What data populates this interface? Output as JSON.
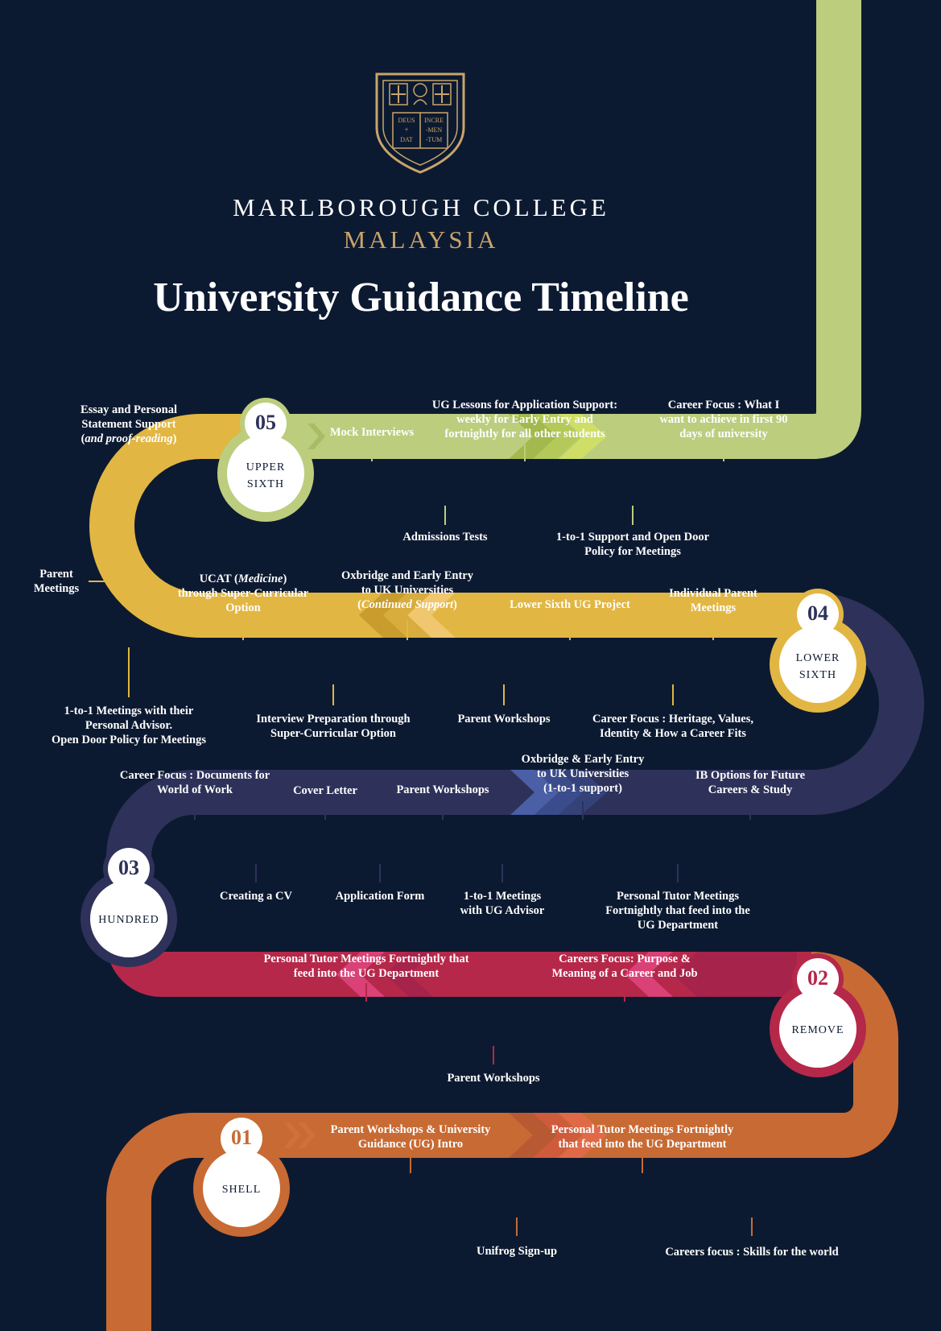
{
  "header": {
    "college_name": "MARLBOROUGH COLLEGE",
    "location": "MALAYSIA",
    "title": "University Guidance Timeline",
    "crest_text": [
      "DEUS",
      "INCRE",
      "+",
      "-MEN",
      "DAT",
      "-TUM"
    ]
  },
  "colors": {
    "background": "#0c1a31",
    "shell": "#c86a33",
    "remove": "#b5284a",
    "hundred": "#2e325a",
    "lower_sixth": "#e2b642",
    "upper_sixth": "#bccd7e",
    "gold": "#c9a46a"
  },
  "stages": [
    {
      "number": "01",
      "name": "SHELL"
    },
    {
      "number": "02",
      "name": "REMOVE"
    },
    {
      "number": "03",
      "name": "HUNDRED"
    },
    {
      "number": "04",
      "name": "LOWER\nSIXTH"
    },
    {
      "number": "05",
      "name": "UPPER\nSIXTH"
    }
  ],
  "labels": {
    "shell": {
      "parent_workshops_intro": "Parent Workshops & University\nGuidance (UG) Intro",
      "personal_tutor": "Personal Tutor Meetings Fortnightly\nthat feed into the UG Department",
      "unifrog": "Unifrog Sign-up",
      "careers_skills": "Careers focus : Skills for the world"
    },
    "remove": {
      "personal_tutor": "Personal Tutor Meetings Fortnightly that\nfeed into the UG Department",
      "careers_purpose": "Careers Focus: Purpose &\nMeaning of a Career and Job",
      "parent_workshops": "Parent Workshops"
    },
    "hundred": {
      "career_docs": "Career Focus : Documents for\nWorld of Work",
      "cover_letter": "Cover Letter",
      "parent_workshops": "Parent Workshops",
      "oxbridge": "Oxbridge & Early Entry\nto UK Universities\n(1-to-1 support)",
      "ib_options": "IB Options for Future\nCareers & Study",
      "creating_cv": "Creating a CV",
      "application_form": "Application Form",
      "meetings_advisor": "1-to-1 Meetings\nwith UG Advisor",
      "personal_tutor": "Personal Tutor Meetings\nFortnightly that feed into the\nUG Department"
    },
    "lower_sixth": {
      "ucat_pre": "UCAT (",
      "ucat_em": "Medicine",
      "ucat_post": ")\nthrough Super-Curricular\nOption",
      "oxbridge_pre": "Oxbridge and Early Entry\nto UK Universities\n(",
      "oxbridge_em": "Continued Support",
      "oxbridge_post": ")",
      "ug_project": "Lower Sixth UG Project",
      "individual_parent": "Individual Parent\nMeetings",
      "interview_prep": "Interview Preparation through\nSuper-Curricular Option",
      "parent_workshops": "Parent Workshops",
      "career_heritage": "Career Focus : Heritage, Values,\nIdentity & How a Career Fits"
    },
    "side": {
      "essay_pre": "Essay and Personal\nStatement Support\n(",
      "essay_em": "and proof-reading",
      "essay_post": ")",
      "parent_meetings": "Parent\nMeetings",
      "meetings_personal": "1-to-1 Meetings with their\nPersonal Advisor.\nOpen Door Policy for Meetings"
    },
    "upper_sixth": {
      "mock_interviews": "Mock Interviews",
      "ug_lessons": "UG Lessons for Application Support:\nweekly for Early Entry and\nfortnightly for all other students",
      "career_first90": "Career Focus : What I\nwant to achieve in first 90\ndays of university",
      "admissions_tests": "Admissions Tests",
      "support_open_door": "1-to-1 Support and Open Door\nPolicy for Meetings"
    }
  }
}
